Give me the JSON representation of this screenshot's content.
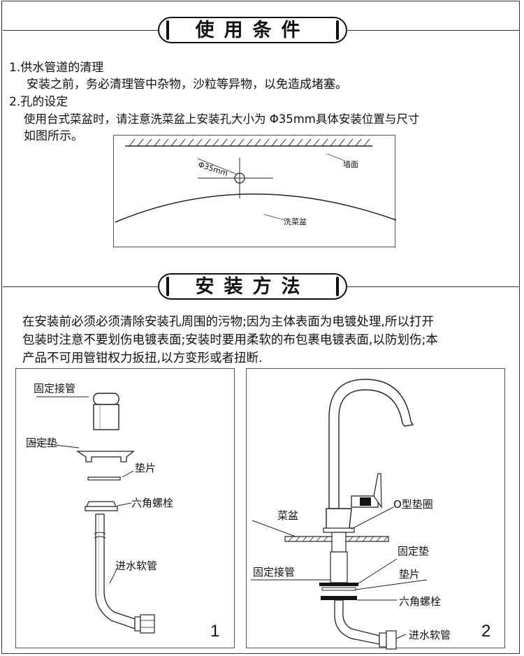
{
  "usage": {
    "title": "使用条件",
    "item1_heading": "1.供水管道的清理",
    "item1_text": "安装之前，务必清理管中杂物，沙粒等异物，以免造成堵塞。",
    "item2_heading": "2.孔的设定",
    "item2_text_line1": "使用台式菜盆时，请注意洗菜盆上安装孔大小为 Φ35mm具体安装位置与尺寸",
    "item2_text_line2": "如图所示。",
    "diagram": {
      "hole_label": "Φ35mm",
      "wall_label": "墙面",
      "sink_label": "洗菜盆"
    }
  },
  "install": {
    "title": "安装方法",
    "text_line1": "在安装前必须必须清除安装孔周围的污物;因为主体表面为电镀处理,所以打开",
    "text_line2": "包装时注意不要划伤电镀表面;安装时要用柔软的布包裹电镀表面,以防划伤;本",
    "text_line3": "产品不可用管钳权力扳扭,以方变形或者扭断.",
    "figure1": {
      "number": "1",
      "labels": [
        "固定接管",
        "固定垫",
        "垫片",
        "六角螺栓",
        "进水软管"
      ]
    },
    "figure2": {
      "number": "2",
      "labels": [
        "O型垫圈",
        "菜盆",
        "固定垫",
        "固定接管",
        "垫片",
        "六角螺栓",
        "进水软管"
      ]
    }
  }
}
